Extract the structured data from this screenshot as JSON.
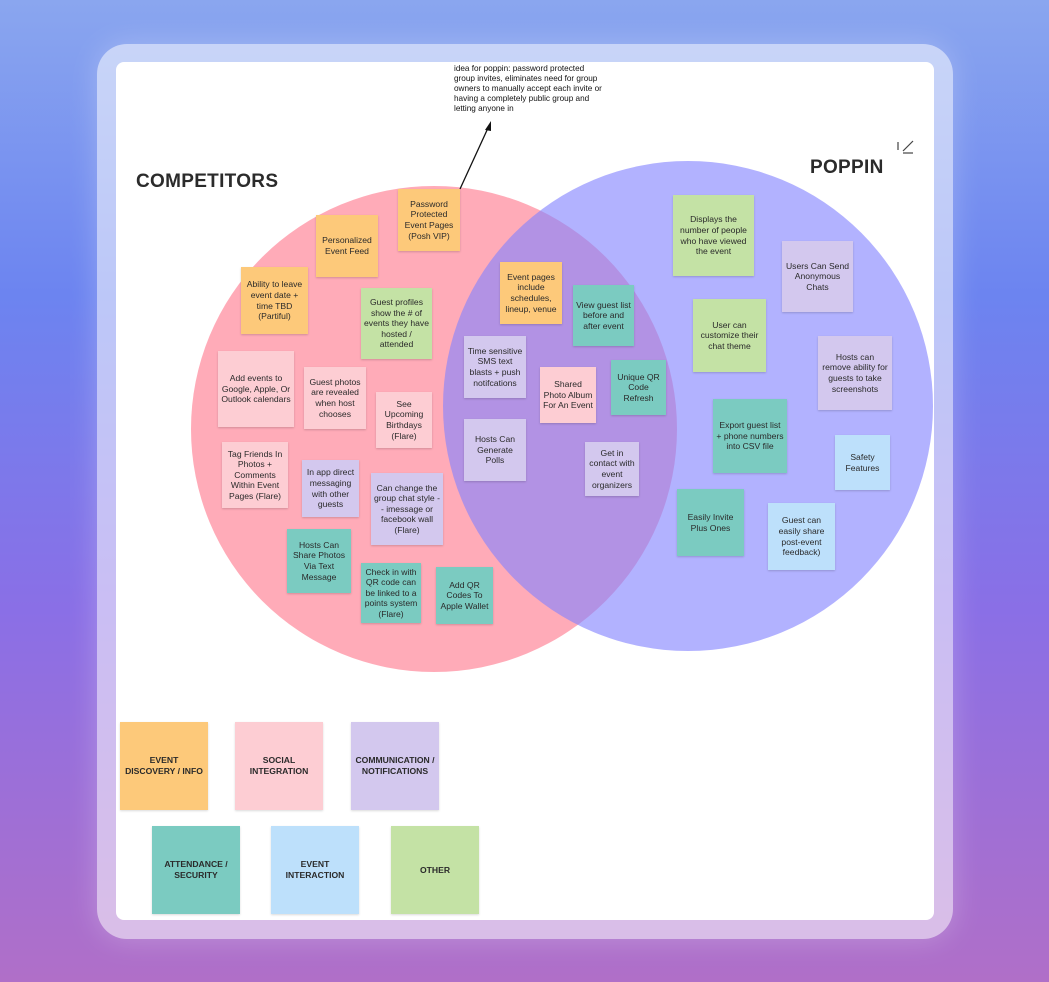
{
  "titles": {
    "left": "COMPETITORS",
    "right": "POPPIN"
  },
  "annotation": "idea for poppin: password protected group invites, eliminates need for group owners to manually accept each invite or having a completely public group and letting anyone in",
  "notes": {
    "password_protected": "Password Protected Event Pages (Posh VIP)",
    "personalized_feed": "Personalized Event Feed",
    "ability_leave_date": "Ability to leave event date + time TBD (Partiful)",
    "guest_profiles": "Guest profiles show the # of events they have hosted / attended",
    "add_events_calendars": "Add events to Google, Apple, Or Outlook calendars",
    "guest_photos_revealed": "Guest photos are revealed when host chooses",
    "upcoming_birthdays": "See Upcoming Birthdays (Flare)",
    "tag_friends": "Tag Friends In Photos + Comments Within Event Pages (Flare)",
    "in_app_messaging": "In app direct messaging with other guests",
    "change_chat_style": "Can change the group chat style -- imessage or facebook wall (Flare)",
    "hosts_share_photos": "Hosts Can Share Photos Via Text Message",
    "check_in_qr": "Check in with QR code can be linked to a points system (Flare)",
    "add_qr_wallet": "Add QR Codes To Apple Wallet",
    "event_pages_schedules": "Event pages include schedules, lineup, venue",
    "view_guest_list": "View guest list before and after event",
    "time_sensitive_sms": "Time sensitive SMS text blasts + push notifcations",
    "shared_photo_album": "Shared Photo Album For An Event",
    "unique_qr_refresh": "Unique QR Code Refresh",
    "hosts_generate_polls": "Hosts Can Generate Polls",
    "contact_organizers": "Get in contact with event organizers",
    "displays_viewers": "Displays the number of people who have viewed the event",
    "anonymous_chats": "Users Can Send Anonymous Chats",
    "customize_chat_theme": "User can customize their chat theme",
    "remove_screenshots": "Hosts can remove ability for guests to take screenshots",
    "export_guest_list": "Export guest list + phone numbers into CSV file",
    "safety_features": "Safety Features",
    "invite_plus_ones": "Easily Invite Plus Ones",
    "post_event_feedback": "Guest can easily share post-event feedback)"
  },
  "legend": {
    "event_discovery": "EVENT DISCOVERY / INFO",
    "social_integration": "SOCIAL INTEGRATION",
    "communication": "COMMUNICATION / NOTIFICATIONS",
    "attendance_security": "ATTENDANCE / SECURITY",
    "event_interaction": "EVENT INTERACTION",
    "other": "OTHER"
  },
  "colors": {
    "event_discovery": "#fdc97a",
    "social_integration": "#fdcdd3",
    "communication": "#d3c8ee",
    "attendance_security": "#7bcbc1",
    "event_interaction": "#bde0fb",
    "other": "#c4e2a5",
    "competitors_circle": "#ff788c",
    "poppin_circle": "#8282ff"
  },
  "icons": {
    "corner": "resize-arrow-icon",
    "annotation_pointer": "arrow-icon"
  }
}
